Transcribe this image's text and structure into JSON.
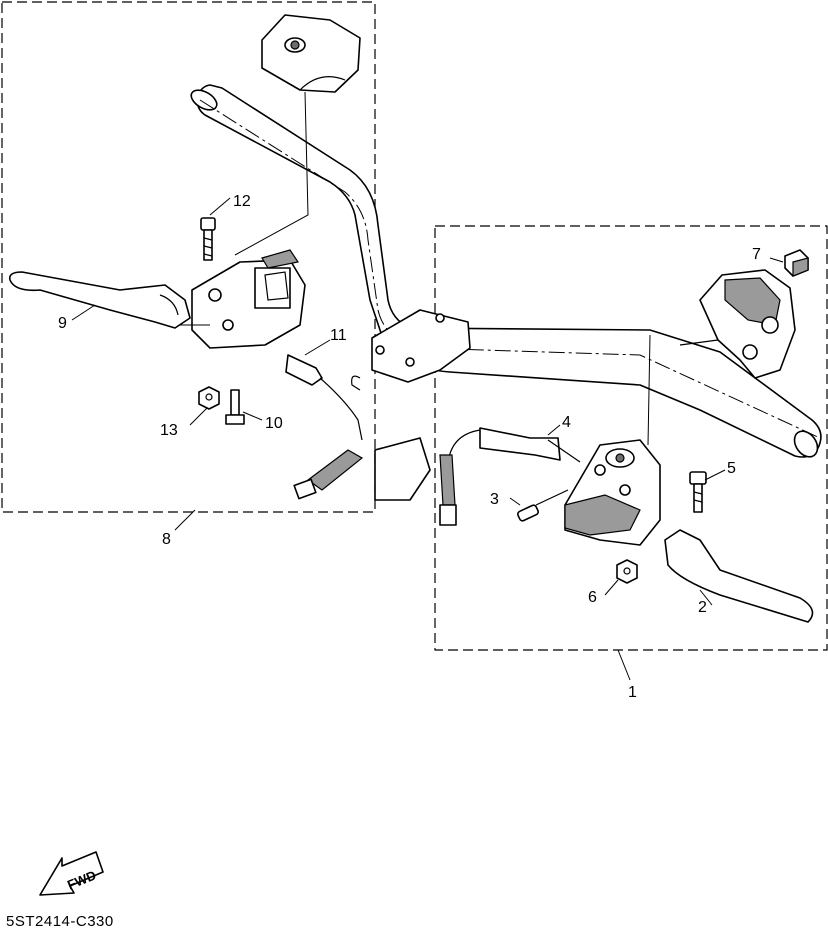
{
  "diagram_code": "5ST2414-C330",
  "fwd_label": "FWD",
  "callouts": [
    {
      "id": "1",
      "label": "1"
    },
    {
      "id": "2",
      "label": "2"
    },
    {
      "id": "3",
      "label": "3"
    },
    {
      "id": "4",
      "label": "4"
    },
    {
      "id": "5",
      "label": "5"
    },
    {
      "id": "6",
      "label": "6"
    },
    {
      "id": "7",
      "label": "7"
    },
    {
      "id": "8",
      "label": "8"
    },
    {
      "id": "9",
      "label": "9"
    },
    {
      "id": "10",
      "label": "10"
    },
    {
      "id": "11",
      "label": "11"
    },
    {
      "id": "12",
      "label": "12"
    },
    {
      "id": "13",
      "label": "13"
    }
  ]
}
